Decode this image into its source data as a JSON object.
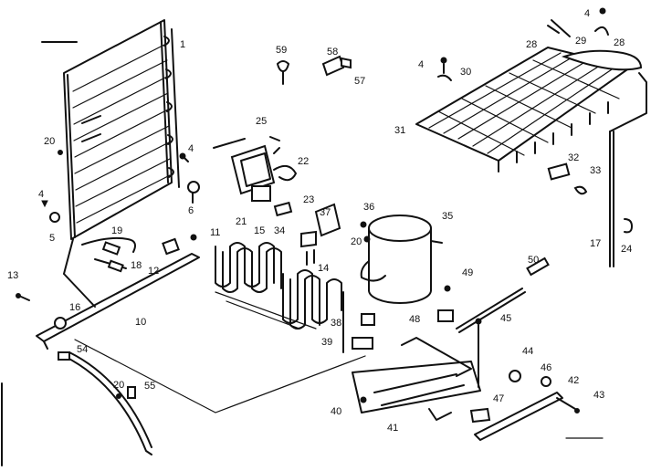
{
  "labels": [
    {
      "id": "1",
      "text": "1"
    },
    {
      "id": "4a",
      "text": "4"
    },
    {
      "id": "4b",
      "text": "4"
    },
    {
      "id": "4c",
      "text": "4"
    },
    {
      "id": "4d",
      "text": "4"
    },
    {
      "id": "5",
      "text": "5"
    },
    {
      "id": "6",
      "text": "6"
    },
    {
      "id": "10",
      "text": "10"
    },
    {
      "id": "11",
      "text": "11"
    },
    {
      "id": "12",
      "text": "12"
    },
    {
      "id": "13",
      "text": "13"
    },
    {
      "id": "14",
      "text": "14"
    },
    {
      "id": "15",
      "text": "15"
    },
    {
      "id": "16",
      "text": "16"
    },
    {
      "id": "17",
      "text": "17"
    },
    {
      "id": "18",
      "text": "18"
    },
    {
      "id": "19",
      "text": "19"
    },
    {
      "id": "20a",
      "text": "20"
    },
    {
      "id": "20b",
      "text": "20"
    },
    {
      "id": "20c",
      "text": "20"
    },
    {
      "id": "21",
      "text": "21"
    },
    {
      "id": "22",
      "text": "22"
    },
    {
      "id": "23",
      "text": "23"
    },
    {
      "id": "24",
      "text": "24"
    },
    {
      "id": "25",
      "text": "25"
    },
    {
      "id": "28a",
      "text": "28"
    },
    {
      "id": "28b",
      "text": "28"
    },
    {
      "id": "29",
      "text": "29"
    },
    {
      "id": "30",
      "text": "30"
    },
    {
      "id": "31",
      "text": "31"
    },
    {
      "id": "32",
      "text": "32"
    },
    {
      "id": "33",
      "text": "33"
    },
    {
      "id": "34",
      "text": "34"
    },
    {
      "id": "35",
      "text": "35"
    },
    {
      "id": "36",
      "text": "36"
    },
    {
      "id": "37",
      "text": "37"
    },
    {
      "id": "38",
      "text": "38"
    },
    {
      "id": "39",
      "text": "39"
    },
    {
      "id": "40",
      "text": "40"
    },
    {
      "id": "41",
      "text": "41"
    },
    {
      "id": "42",
      "text": "42"
    },
    {
      "id": "43",
      "text": "43"
    },
    {
      "id": "44",
      "text": "44"
    },
    {
      "id": "45",
      "text": "45"
    },
    {
      "id": "46",
      "text": "46"
    },
    {
      "id": "47",
      "text": "47"
    },
    {
      "id": "48",
      "text": "48"
    },
    {
      "id": "49",
      "text": "49"
    },
    {
      "id": "50",
      "text": "50"
    },
    {
      "id": "54",
      "text": "54"
    },
    {
      "id": "55",
      "text": "55"
    },
    {
      "id": "57",
      "text": "57"
    },
    {
      "id": "58",
      "text": "58"
    },
    {
      "id": "59",
      "text": "59"
    }
  ]
}
